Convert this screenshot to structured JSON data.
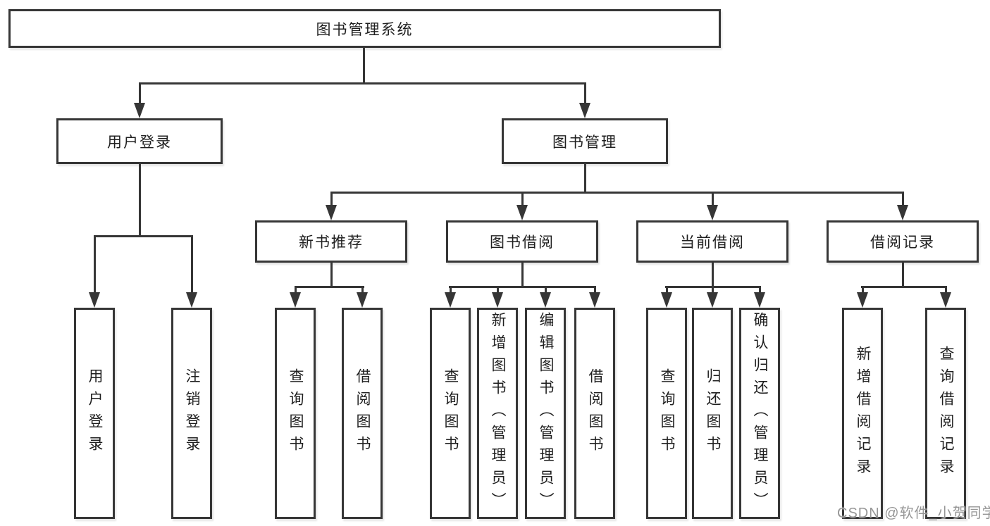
{
  "tree": {
    "label": "图书管理系统",
    "children": [
      {
        "label": "用户登录",
        "children": [
          {
            "label": "用户登录"
          },
          {
            "label": "注销登录"
          }
        ]
      },
      {
        "label": "图书管理",
        "children": [
          {
            "label": "新书推荐",
            "children": [
              {
                "label": "查询图书"
              },
              {
                "label": "借阅图书"
              }
            ]
          },
          {
            "label": "图书借阅",
            "children": [
              {
                "label": "查询图书"
              },
              {
                "label": "新增图书（管理员）"
              },
              {
                "label": "编辑图书（管理员）"
              },
              {
                "label": "借阅图书"
              }
            ]
          },
          {
            "label": "当前借阅",
            "children": [
              {
                "label": "查询图书"
              },
              {
                "label": "归还图书"
              },
              {
                "label": "确认归还（管理员）"
              }
            ]
          },
          {
            "label": "借阅记录",
            "children": [
              {
                "label": "新增借阅记录"
              },
              {
                "label": "查询借阅记录"
              }
            ]
          }
        ]
      }
    ]
  },
  "watermark": "CSDN @软件_小贺同学",
  "colors": {
    "line": "#363636",
    "text": "#1f1f1f",
    "background": "#ffffff",
    "watermark": "#969696"
  }
}
